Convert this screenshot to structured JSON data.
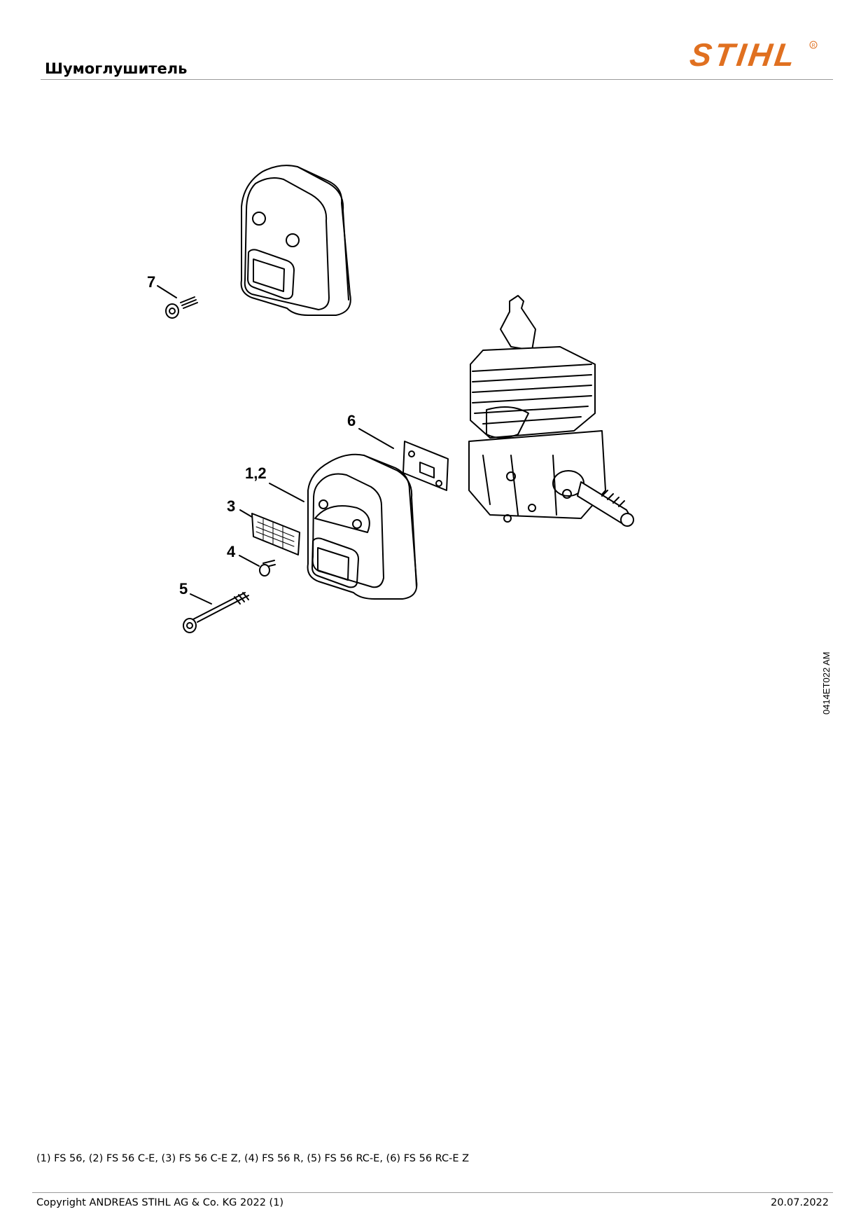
{
  "header": {
    "title": "Шумоглушитель",
    "logo_text": "STIHL",
    "logo_color": "#e07020"
  },
  "drawing": {
    "code": "0414ET022 AM",
    "callouts": [
      "7",
      "6",
      "1,2",
      "3",
      "4",
      "5"
    ]
  },
  "legend": "(1) FS 56, (2) FS 56 C-E, (3) FS 56 C-E Z, (4) FS 56 R, (5) FS 56 RC-E, (6) FS 56 RC-E Z",
  "footer": {
    "copyright": "Copyright ANDREAS STIHL AG & Co. KG 2022 (1)",
    "date": "20.07.2022"
  }
}
